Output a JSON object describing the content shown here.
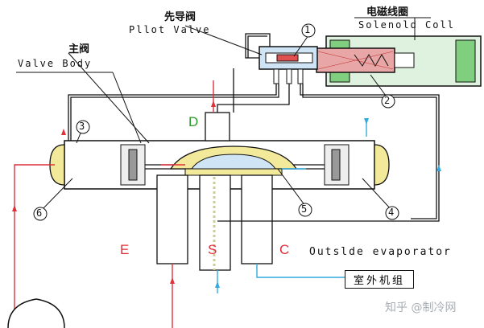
{
  "labels": {
    "pilot_valve_cn": "先导阀",
    "pilot_valve_en": "Pllot Valve",
    "solenoid_cn": "电磁线圈",
    "solenoid_en": "Solenold Coll",
    "main_valve_cn": "主阀",
    "valve_body_en": "Valve Body",
    "port_d": "D",
    "port_e": "E",
    "port_s": "S",
    "port_c": "C",
    "outside_evaporator": "Outslde evaporator",
    "outdoor_unit_cn": "室外机组",
    "watermark": "知乎 @制冷网"
  },
  "callouts": [
    "1",
    "2",
    "3",
    "4",
    "5",
    "6"
  ],
  "colors": {
    "line": "#111111",
    "red_pipe": "#e0303a",
    "blue_pipe": "#33aadd",
    "green_label": "#2a9a2a",
    "red_label": "#e0303a",
    "coil_fill": "#e8a6a6",
    "coil_green": "#5cbf5c",
    "valve_yellow": "#f2ea9a",
    "pilot_blue": "#9ec8e8",
    "body_fill": "#ffffff"
  }
}
